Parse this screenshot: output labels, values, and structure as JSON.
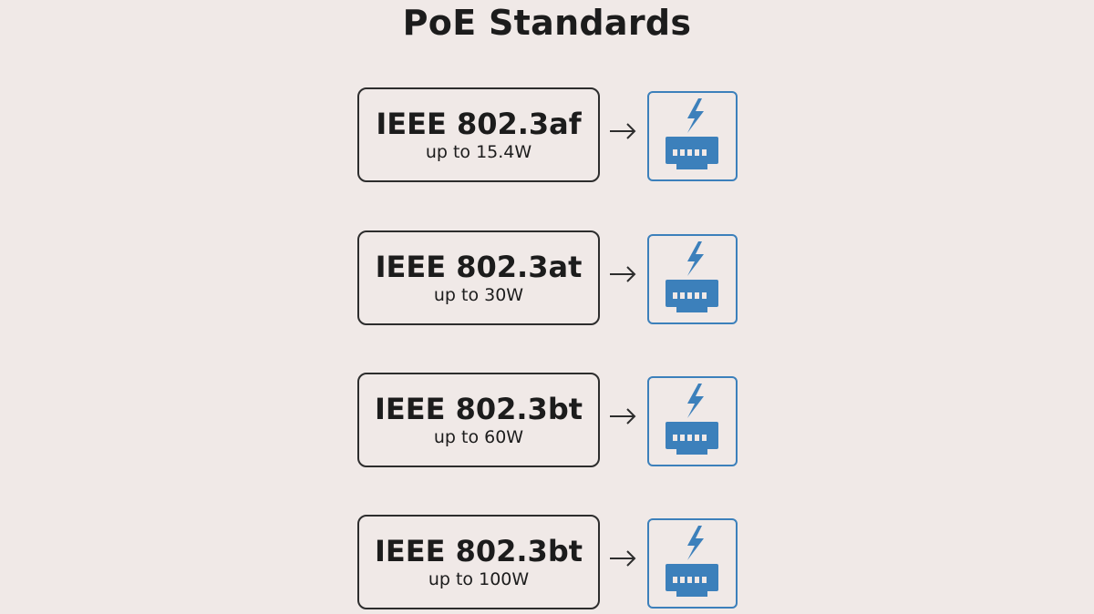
{
  "title": "PoE Standards",
  "colors": {
    "background": "#f0e9e7",
    "box_border": "#2d2d2d",
    "icon_blue": "#3c80bb",
    "text": "#1c1c1c"
  },
  "standards": [
    {
      "name": "IEEE 802.3af",
      "power": "up to 15.4W",
      "icon": "poe-switch-icon"
    },
    {
      "name": "IEEE 802.3at",
      "power": "up to 30W",
      "icon": "poe-switch-icon"
    },
    {
      "name": "IEEE 802.3bt",
      "power": "up to 60W",
      "icon": "poe-switch-icon"
    },
    {
      "name": "IEEE 802.3bt",
      "power": "up to 100W",
      "icon": "poe-switch-icon"
    }
  ]
}
